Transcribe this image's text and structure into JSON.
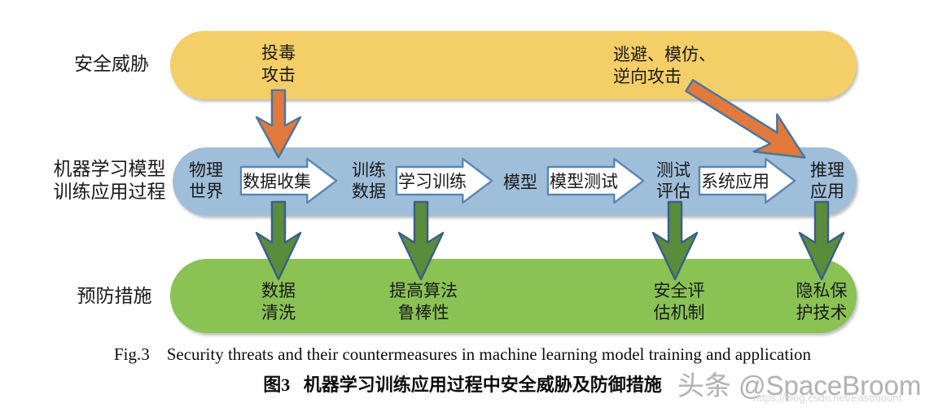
{
  "side_labels": {
    "threats": "安全威胁",
    "process_line1": "机器学习模型",
    "process_line2": "训练应用过程",
    "measures": "预防措施"
  },
  "threat_band": {
    "items": [
      {
        "line1": "投毒",
        "line2": "攻击"
      },
      {
        "line1": "逃避、模仿、",
        "line2": "逆向攻击"
      }
    ]
  },
  "process_band": {
    "stages": [
      {
        "line1": "物理",
        "line2": "世界"
      },
      {
        "line1": "训练",
        "line2": "数据"
      },
      {
        "line1": "模型",
        "line2": ""
      },
      {
        "line1": "测试",
        "line2": "评估"
      },
      {
        "line1": "推理",
        "line2": "应用"
      }
    ],
    "flow_arrows": [
      "数据收集",
      "学习训练",
      "模型测试",
      "系统应用"
    ]
  },
  "measures_band": {
    "items": [
      {
        "line1": "数据",
        "line2": "清洗"
      },
      {
        "line1": "提高算法",
        "line2": "鲁棒性"
      },
      {
        "line1": "安全评",
        "line2": "估机制"
      },
      {
        "line1": "隐私保",
        "line2": "护技术"
      }
    ]
  },
  "caption": {
    "english": "Fig.3    Security threats and their countermeasures in machine learning model training and application",
    "chinese": "图3   机器学习训练应用过程中安全威胁及防御措施"
  },
  "watermark": {
    "text": "头条 @SpaceBroom",
    "url": "https://blog.csdn.net/Eastmount"
  },
  "colors": {
    "threat-band": "#f4ce66",
    "process-band": "#9fbeda",
    "measures-band": "#8ac254",
    "flow-arrow-outline": "#5c86b4",
    "attack-arrow": "#e1793c",
    "attack-arrow-outline": "#4a76a0",
    "defense-arrow": "#5a8c3c",
    "defense-arrow-outline": "#3a6089",
    "watermark": "#b2b2b2"
  }
}
